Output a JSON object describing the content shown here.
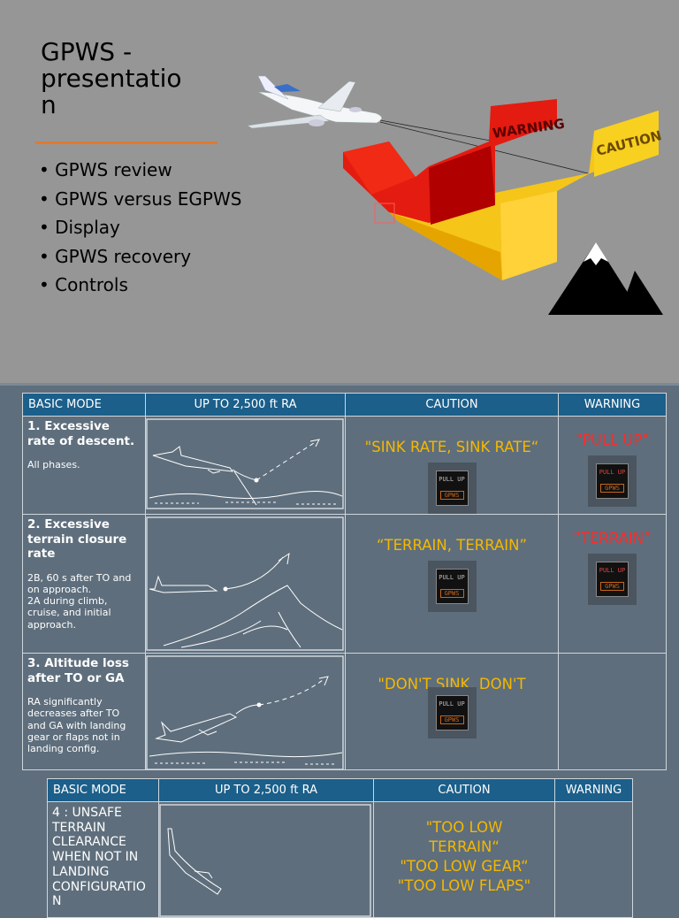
{
  "slide1": {
    "title": "GPWS -\npresentatio\nn",
    "bullets": [
      "GPWS review",
      "GPWS versus EGPWS",
      "Display",
      "GPWS recovery",
      "Controls"
    ],
    "warning_sign": "WARNING",
    "caution_sign": "CAUTION",
    "accent_color": "#e07a2e"
  },
  "table1": {
    "headers": [
      "BASIC MODE",
      "UP TO 2,500 ft RA",
      "CAUTION",
      "WARNING"
    ],
    "rows": [
      {
        "mode": "1. Excessive rate of descent.",
        "sub": "All phases.",
        "caution": "\"SINK RATE, SINK RATE“",
        "warning": "\"PULL UP\""
      },
      {
        "mode": "2. Excessive terrain closure rate",
        "sub": "2B, 60 s after TO and on approach.\n2A during climb, cruise, and initial approach.",
        "caution": "“TERRAIN, TERRAIN”",
        "warning": "“TERRAIN”"
      },
      {
        "mode": "3. Altitude loss after TO or GA",
        "sub": "RA significantly decreases after TO and GA with landing gear or flaps not in landing config.",
        "caution": "\"DON'T SINK, DON'T",
        "warning": ""
      }
    ],
    "button_top_label": "PULL UP",
    "button_bottom_label": "GPWS",
    "header_color": "#1b5f8a",
    "caution_color": "#f5b800",
    "warning_color": "#ff2a2a"
  },
  "table2": {
    "headers": [
      "BASIC MODE",
      "UP TO 2,500 ft RA",
      "CAUTION",
      "WARNING"
    ],
    "mode": "4 : UNSAFE\nTERRAIN\nCLEARANCE\nWHEN NOT IN\nLANDING\nCONFIGURATIO\nN",
    "caution": "\"TOO LOW\nTERRAIN“\n\"TOO LOW GEAR“\n\"TOO LOW FLAPS\""
  }
}
